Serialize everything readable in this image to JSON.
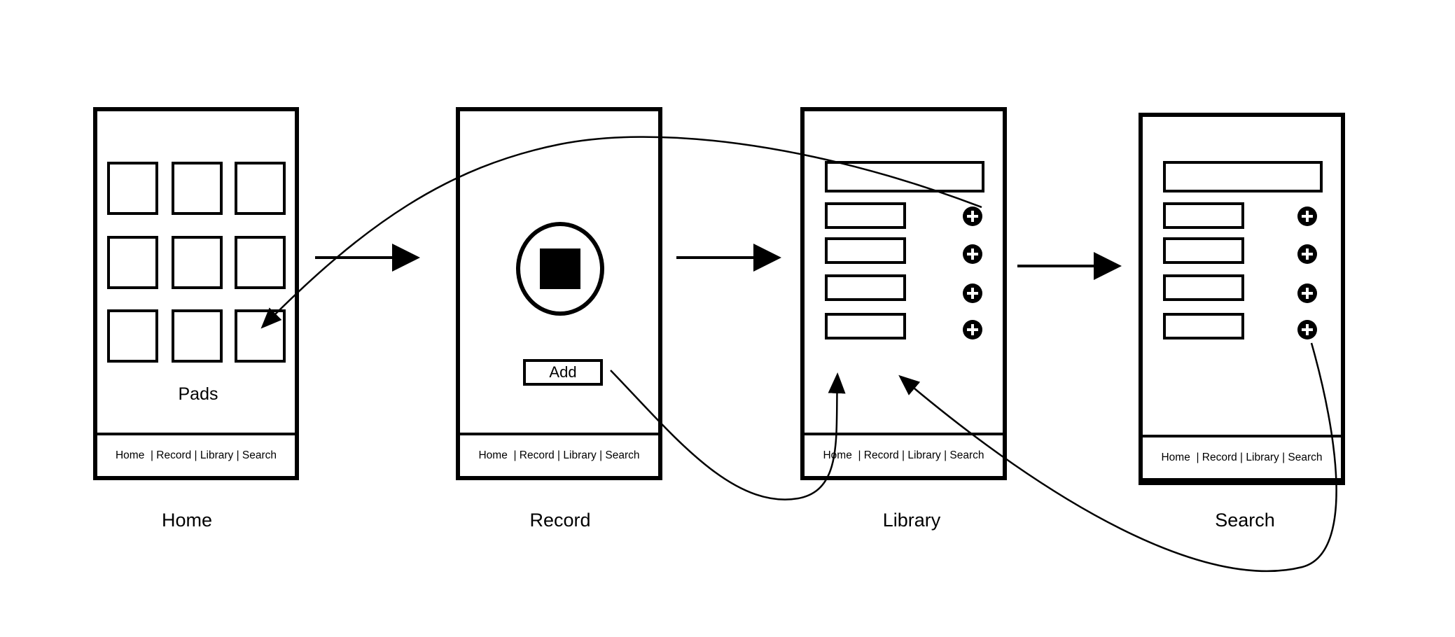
{
  "screens": {
    "home": {
      "caption": "Home",
      "pads_label": "Pads",
      "pad_count": 9
    },
    "record": {
      "caption": "Record",
      "add_button": "Add",
      "record_icon": "stop-record-icon"
    },
    "library": {
      "caption": "Library",
      "list_rows": 4,
      "row_icon": "add-circle-icon"
    },
    "search": {
      "caption": "Search",
      "list_rows": 4,
      "row_icon": "add-circle-icon"
    }
  },
  "nav": {
    "home_screen": "Home  | Record | Library | Search",
    "record_screen": "Home  | Record | Library | Search",
    "library_screen": "Home  | Record | Library | Search",
    "search_screen": "Home  | Record | Library | Search"
  },
  "flow": [
    "Home",
    "Record",
    "Library",
    "Search"
  ]
}
